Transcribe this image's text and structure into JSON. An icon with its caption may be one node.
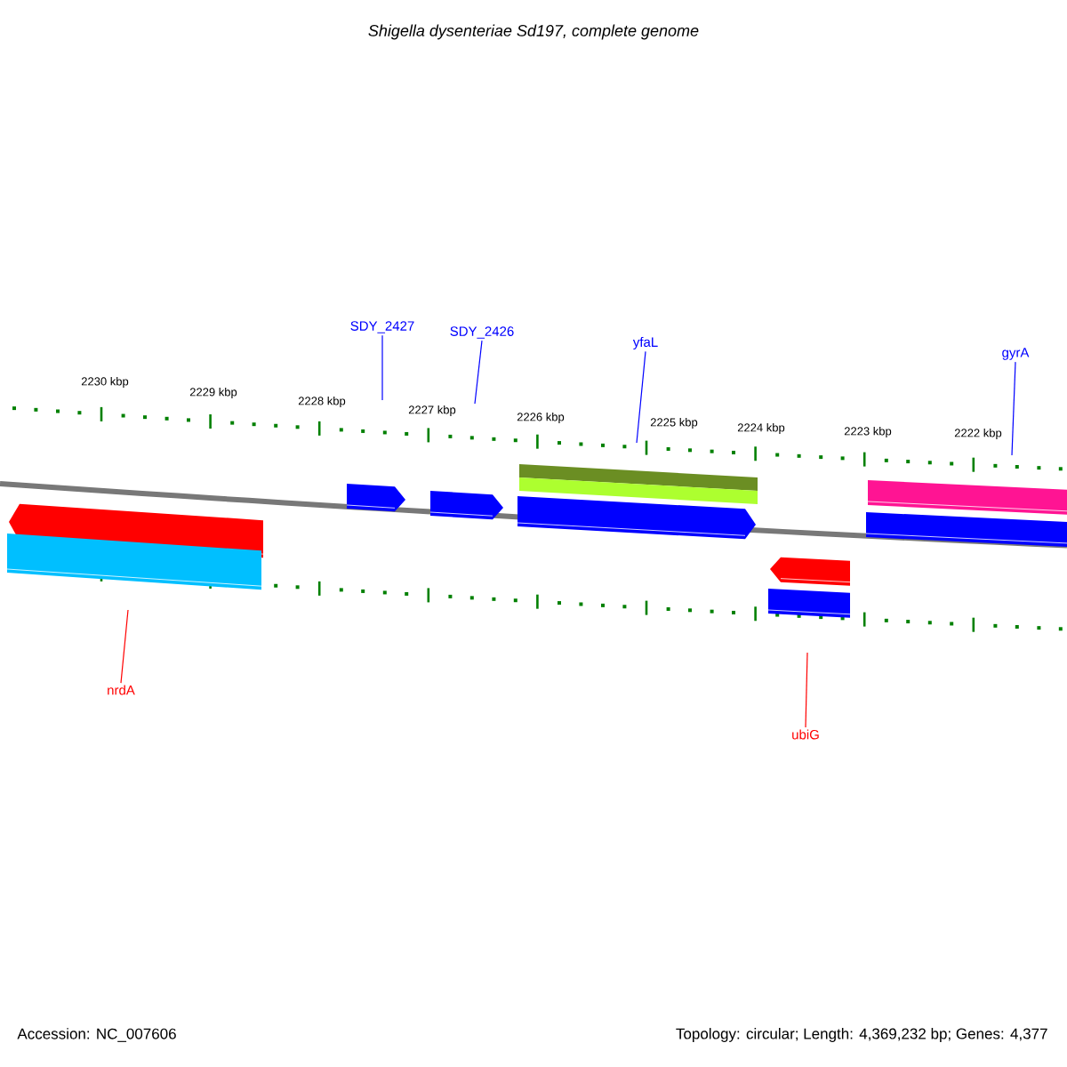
{
  "diagram": {
    "title": "Shigella dysenteriae Sd197, complete genome",
    "nodes": [
      {
        "text": [
          "SDY_2427"
        ]
      },
      {
        "text": [
          "SDY_2426"
        ]
      },
      {
        "text": [
          "yfaL"
        ]
      },
      {
        "text": [
          "gyrA"
        ]
      },
      {
        "text": [
          "nrdA"
        ]
      },
      {
        "text": [
          "ubiG"
        ]
      }
    ],
    "edges": [
      {
        "from": 0,
        "to": null,
        "arrow": "none"
      },
      {
        "from": 1,
        "to": null,
        "arrow": "none"
      },
      {
        "from": 2,
        "to": null,
        "arrow": "none"
      },
      {
        "from": 3,
        "to": null,
        "arrow": "none"
      },
      {
        "from": 4,
        "to": null,
        "arrow": "none",
        "color": "#ff0000"
      },
      {
        "from": 5,
        "to": null,
        "arrow": "none",
        "color": "#ff0000"
      }
    ],
    "labels": [
      "2230 kbp",
      "2229 kbp",
      "2228 kbp",
      "2227 kbp",
      "2226 kbp",
      "2225 kbp",
      "2224 kbp",
      "2223 kbp",
      "2222 kbp",
      "Accession: NC_007606",
      "Topology: circular; Length: 4,369,232 bp; Genes: 4,377"
    ]
  }
}
